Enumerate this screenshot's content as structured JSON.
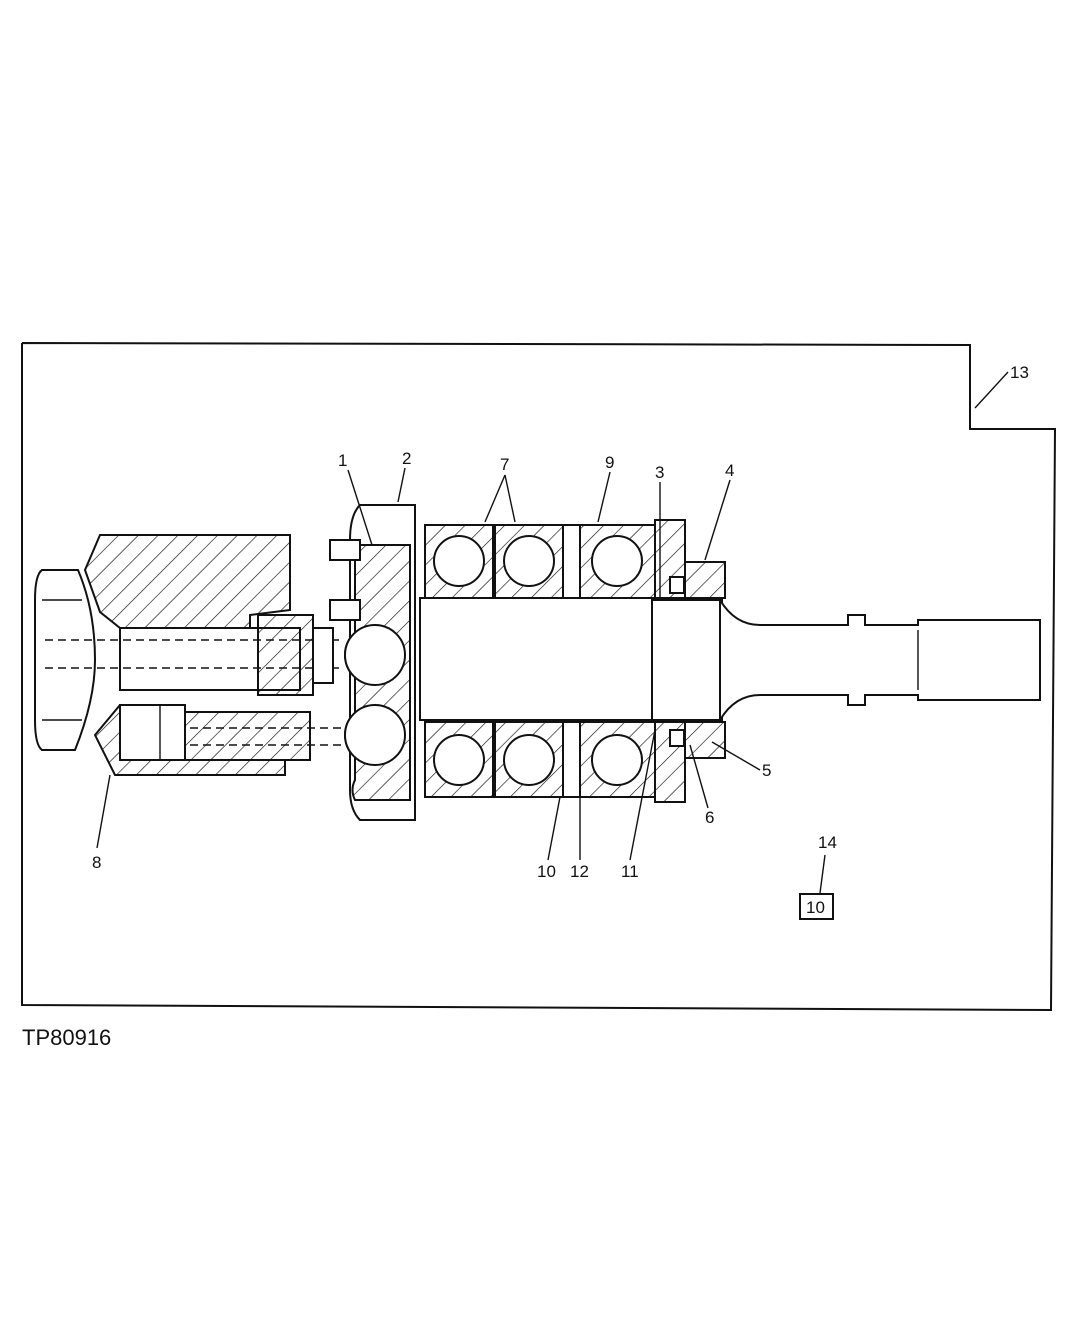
{
  "figure_id": "TP80916",
  "callouts": {
    "c1": "1",
    "c2": "2",
    "c3": "3",
    "c4": "4",
    "c5": "5",
    "c6": "6",
    "c7": "7",
    "c8": "8",
    "c9": "9",
    "c10": "10",
    "c11": "11",
    "c12": "12",
    "c13": "13",
    "c14": "14"
  },
  "boxed_label": "10"
}
